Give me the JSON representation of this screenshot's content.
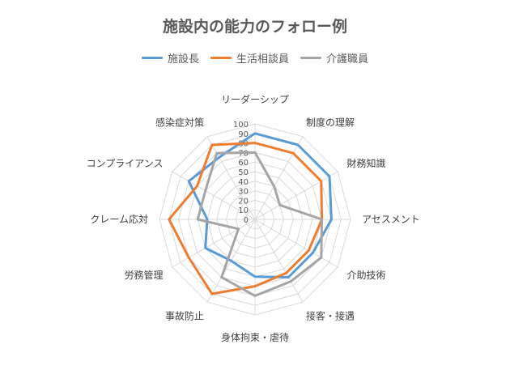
{
  "chart_data": {
    "type": "radar",
    "title": "施設内の能力のフォロー例",
    "categories": [
      "リーダーシップ",
      "制度の理解",
      "財務知識",
      "アセスメント",
      "介助技術",
      "接客・接遇",
      "身体拘束・虐待",
      "事故防止",
      "労務管理",
      "クレーム応対",
      "コンプライアンス",
      "感染症対策"
    ],
    "rlim": [
      0,
      100
    ],
    "ticks": [
      0,
      10,
      20,
      30,
      40,
      50,
      60,
      70,
      80,
      90,
      100
    ],
    "grid": true,
    "legend_position": "top",
    "series": [
      {
        "name": "施設長",
        "color": "#5B9BD5",
        "values": [
          90,
          90,
          90,
          80,
          70,
          70,
          60,
          50,
          60,
          50,
          80,
          75
        ]
      },
      {
        "name": "生活相談員",
        "color": "#ED7D31",
        "values": [
          80,
          80,
          80,
          70,
          65,
          65,
          70,
          90,
          80,
          90,
          70,
          90
        ]
      },
      {
        "name": "介護職員",
        "color": "#A5A5A5",
        "values": [
          70,
          40,
          30,
          70,
          80,
          75,
          80,
          70,
          20,
          60,
          60,
          80
        ]
      }
    ]
  }
}
